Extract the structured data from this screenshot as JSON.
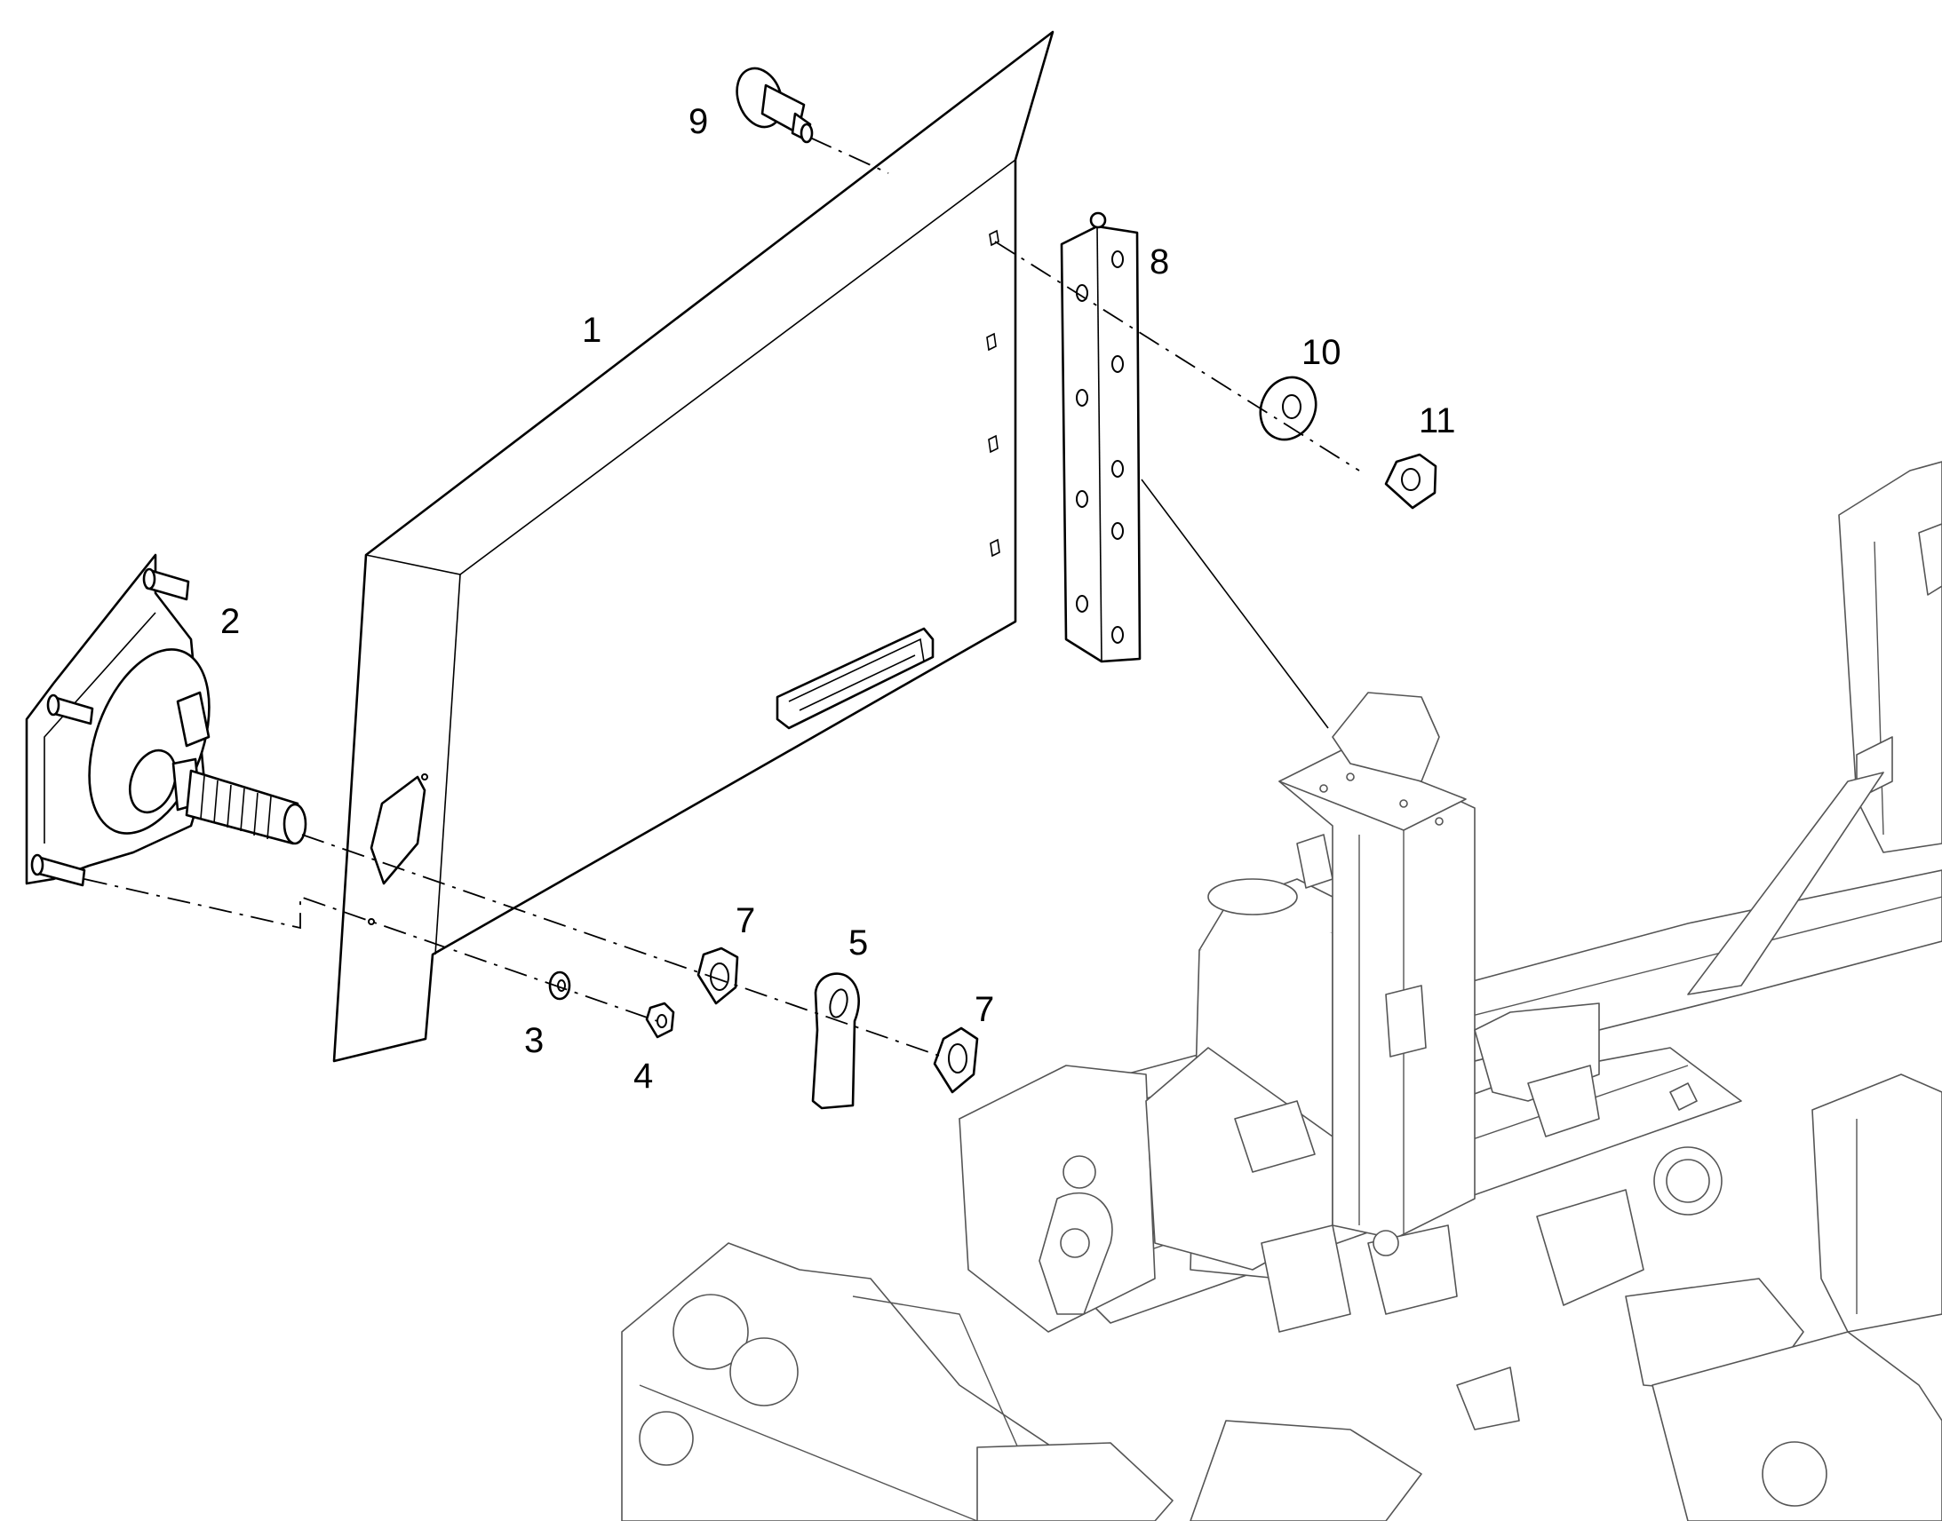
{
  "callouts": [
    {
      "id": "1",
      "label": "1"
    },
    {
      "id": "2",
      "label": "2"
    },
    {
      "id": "3",
      "label": "3"
    },
    {
      "id": "4",
      "label": "4"
    },
    {
      "id": "5",
      "label": "5"
    },
    {
      "id": "7a",
      "label": "7"
    },
    {
      "id": "7b",
      "label": "7"
    },
    {
      "id": "8",
      "label": "8"
    },
    {
      "id": "9",
      "label": "9"
    },
    {
      "id": "10",
      "label": "10"
    },
    {
      "id": "11",
      "label": "11"
    }
  ]
}
